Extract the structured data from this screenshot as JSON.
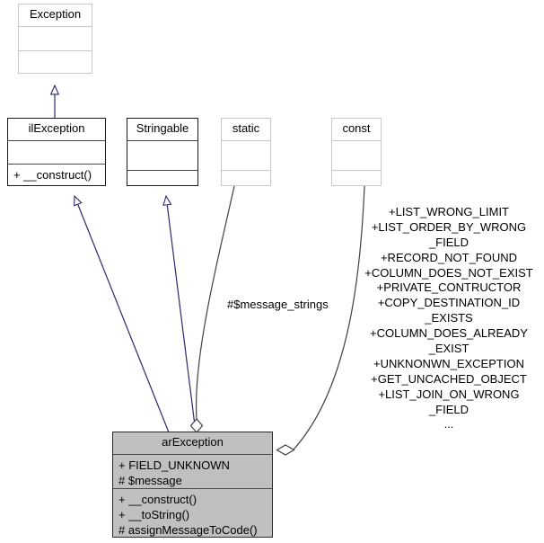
{
  "diagram": {
    "kind": "uml-class-diagram",
    "title": "arException class hierarchy",
    "colors": {
      "inheritance_edge": "#2a2a6e",
      "association_edge": "#404040",
      "box_border": "#1a1a1a",
      "faded_border": "#c8c8c8",
      "highlight_fill": "#c0c0c0",
      "text": "#000000",
      "background": "#ffffff"
    }
  },
  "classes": {
    "exception": {
      "name": "Exception",
      "attributes": "",
      "operations": ""
    },
    "il_exception": {
      "name": "ilException",
      "attributes": "",
      "operations": "+ __construct()"
    },
    "stringable": {
      "name": "Stringable",
      "attributes": "",
      "operations": ""
    },
    "static_box": {
      "name": "static",
      "attributes": "",
      "operations": ""
    },
    "const_box": {
      "name": "const",
      "attributes": "",
      "operations": ""
    },
    "ar_exception": {
      "name": "arException",
      "attributes": "+ FIELD_UNKNOWN\n# $message",
      "operations": "+ __construct()\n+ __toString()\n# assignMessageToCode()"
    }
  },
  "edge_labels": {
    "message_strings": "#$message_strings",
    "const_members": "+LIST_WRONG_LIMIT\n+LIST_ORDER_BY_WRONG\n_FIELD\n+RECORD_NOT_FOUND\n+COLUMN_DOES_NOT_EXIST\n+PRIVATE_CONTRUCTOR\n+COPY_DESTINATION_ID\n_EXISTS\n+COLUMN_DOES_ALREADY\n_EXIST\n+UNKNONWN_EXCEPTION\n+GET_UNCACHED_OBJECT\n+LIST_JOIN_ON_WRONG\n_FIELD\n..."
  }
}
